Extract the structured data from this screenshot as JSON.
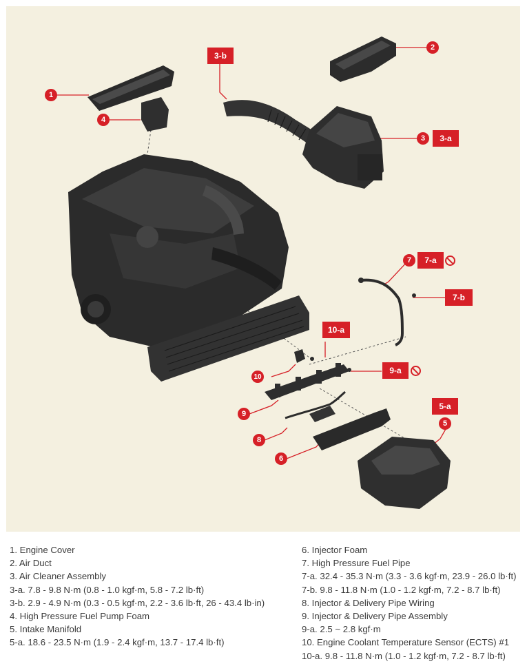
{
  "callouts": {
    "c1": "1",
    "c2": "2",
    "c3": "3",
    "c4": "4",
    "c5": "5",
    "c6": "6",
    "c7": "7",
    "c8": "8",
    "c9": "9",
    "c10": "10"
  },
  "tags": {
    "t3a": "3-a",
    "t3b": "3-b",
    "t5a": "5-a",
    "t7a": "7-a",
    "t7b": "7-b",
    "t9a": "9-a",
    "t10a": "10-a"
  },
  "icons": {
    "no_reuse": "prohibition-icon"
  },
  "colors": {
    "accent": "#d62027",
    "background": "#f4f0e0",
    "part": "#2f2f2f",
    "text": "#3a3a3a"
  },
  "legend": {
    "left": [
      "1. Engine Cover",
      "2. Air Duct",
      "3. Air Cleaner Assembly",
      "3-a. 7.8 - 9.8 N·m (0.8 - 1.0 kgf·m, 5.8 - 7.2 lb·ft)",
      "3-b. 2.9 - 4.9 N·m (0.3 - 0.5 kgf·m, 2.2 - 3.6 lb·ft, 26 - 43.4 lb·in)",
      "4. High Pressure Fuel Pump Foam",
      "5. Intake Manifold",
      "5-a. 18.6 - 23.5 N·m (1.9 - 2.4 kgf·m, 13.7 - 17.4 lb·ft)"
    ],
    "right": [
      "6. Injector Foam",
      "7. High Pressure Fuel Pipe",
      "7-a. 32.4 - 35.3 N·m (3.3 - 3.6 kgf·m, 23.9 - 26.0 lb·ft)",
      "7-b. 9.8 - 11.8 N·m (1.0 - 1.2 kgf·m, 7.2 - 8.7 lb·ft)",
      "8. Injector & Delivery Pipe Wiring",
      "9. Injector & Delivery Pipe Assembly",
      "9-a. 2.5 ~ 2.8 kgf·m",
      "10. Engine Coolant Temperature Sensor (ECTS) #1",
      "10-a. 9.8 - 11.8 N·m (1.0 - 1.2 kgf·m, 7.2 - 8.7 lb·ft)"
    ]
  }
}
